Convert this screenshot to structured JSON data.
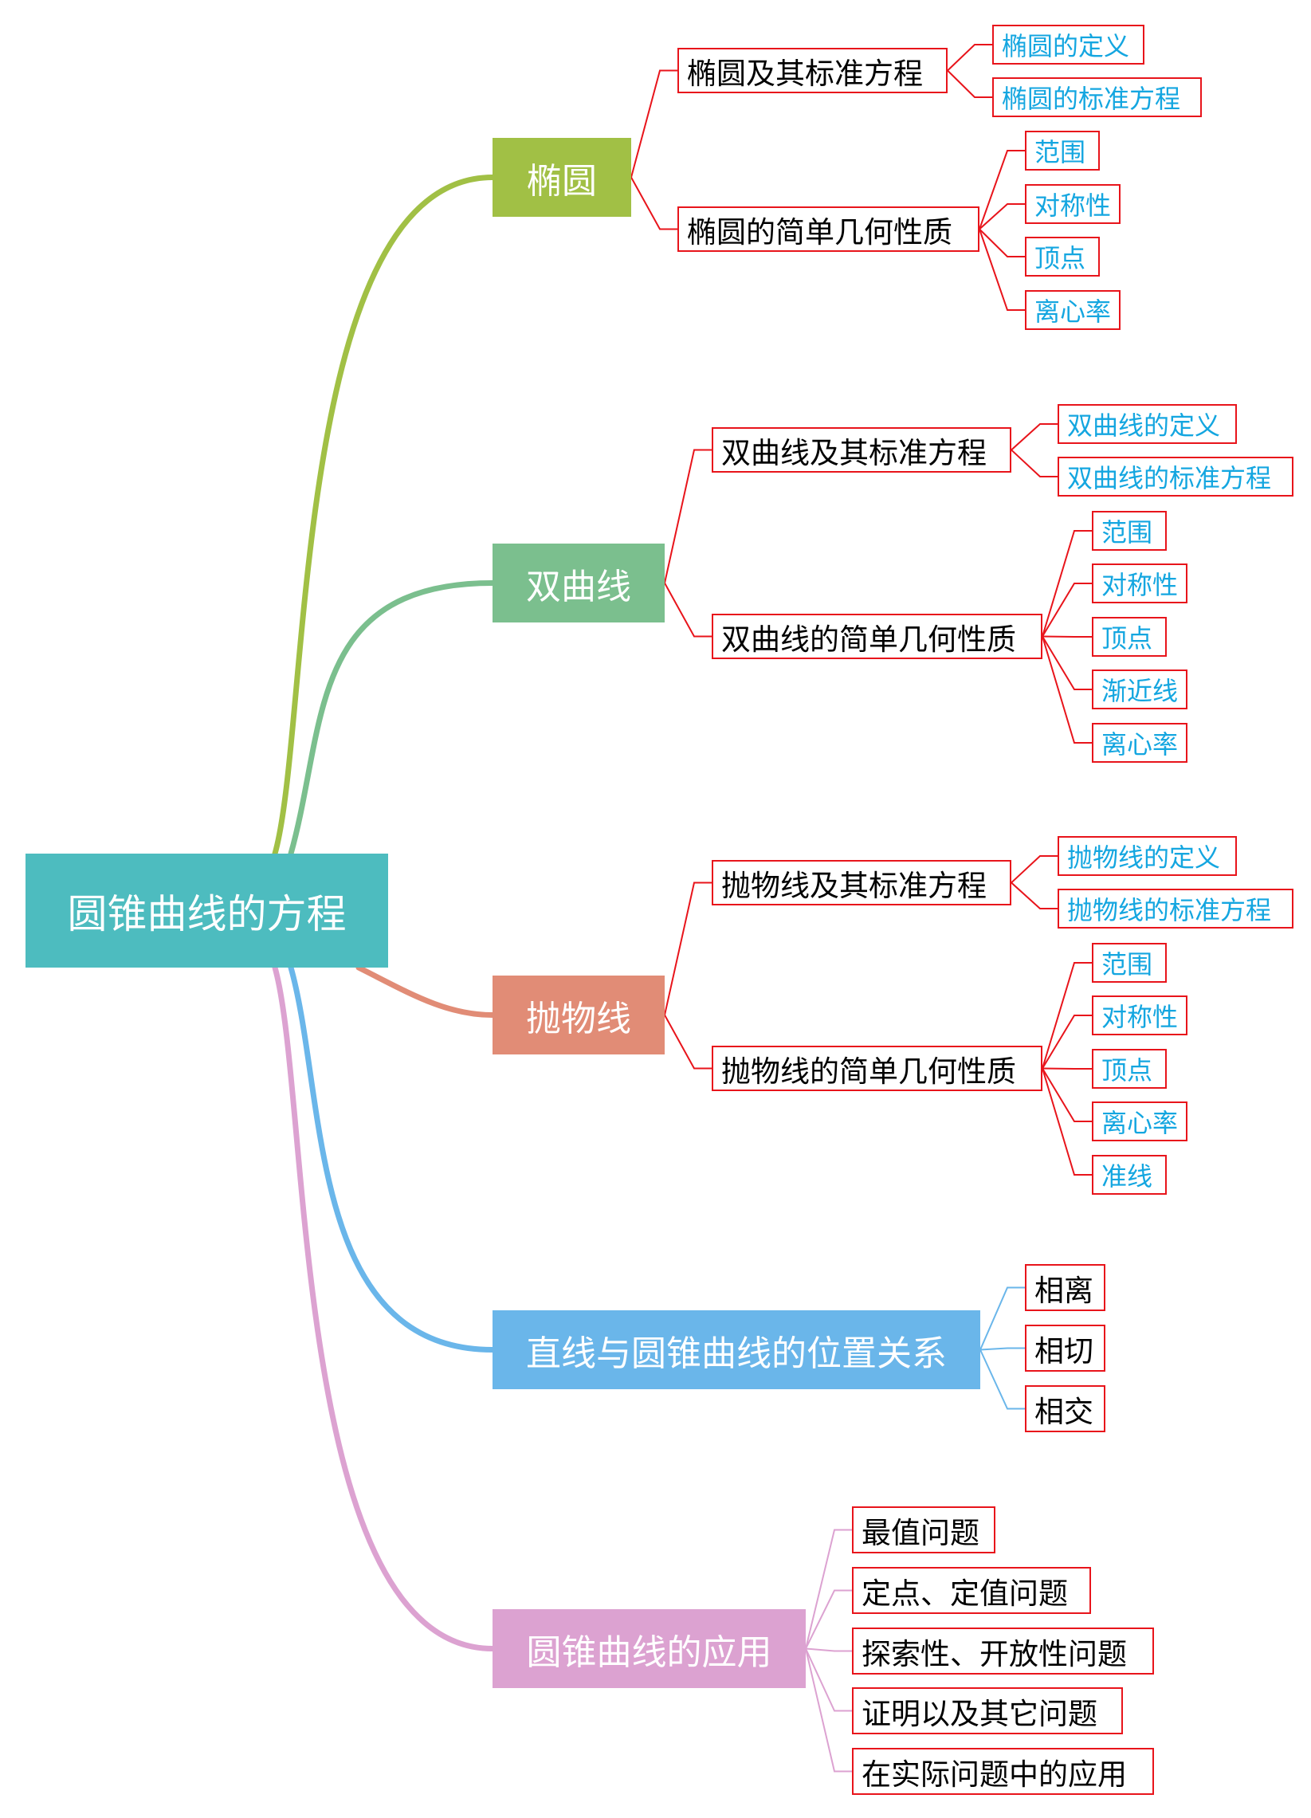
{
  "colors": {
    "root": "#4dbcbf",
    "ellipse": "#a1c045",
    "hyperbola": "#7bbf8e",
    "parabola": "#e18c76",
    "line_relation": "#6ab6ea",
    "application": "#dca2d1",
    "sub_border": "#e8141b",
    "leaf_text": "#14a6e0"
  },
  "root": {
    "label": "圆锥曲线的方程"
  },
  "branches": [
    {
      "label": "椭圆",
      "subs": [
        {
          "label": "椭圆及其标准方程",
          "leaves": [
            "椭圆的定义",
            "椭圆的标准方程"
          ]
        },
        {
          "label": "椭圆的简单几何性质",
          "leaves": [
            "范围",
            "对称性",
            "顶点",
            "离心率"
          ]
        }
      ]
    },
    {
      "label": "双曲线",
      "subs": [
        {
          "label": "双曲线及其标准方程",
          "leaves": [
            "双曲线的定义",
            "双曲线的标准方程"
          ]
        },
        {
          "label": "双曲线的简单几何性质",
          "leaves": [
            "范围",
            "对称性",
            "顶点",
            "渐近线",
            "离心率"
          ]
        }
      ]
    },
    {
      "label": "抛物线",
      "subs": [
        {
          "label": "抛物线及其标准方程",
          "leaves": [
            "抛物线的定义",
            "抛物线的标准方程"
          ]
        },
        {
          "label": "抛物线的简单几何性质",
          "leaves": [
            "范围",
            "对称性",
            "顶点",
            "离心率",
            "准线"
          ]
        }
      ]
    },
    {
      "label": "直线与圆锥曲线的位置关系",
      "leaves": [
        "相离",
        "相切",
        "相交"
      ]
    },
    {
      "label": "圆锥曲线的应用",
      "leaves": [
        "最值问题",
        "定点、定值问题",
        "探索性、开放性问题",
        "证明以及其它问题",
        "在实际问题中的应用"
      ]
    }
  ]
}
